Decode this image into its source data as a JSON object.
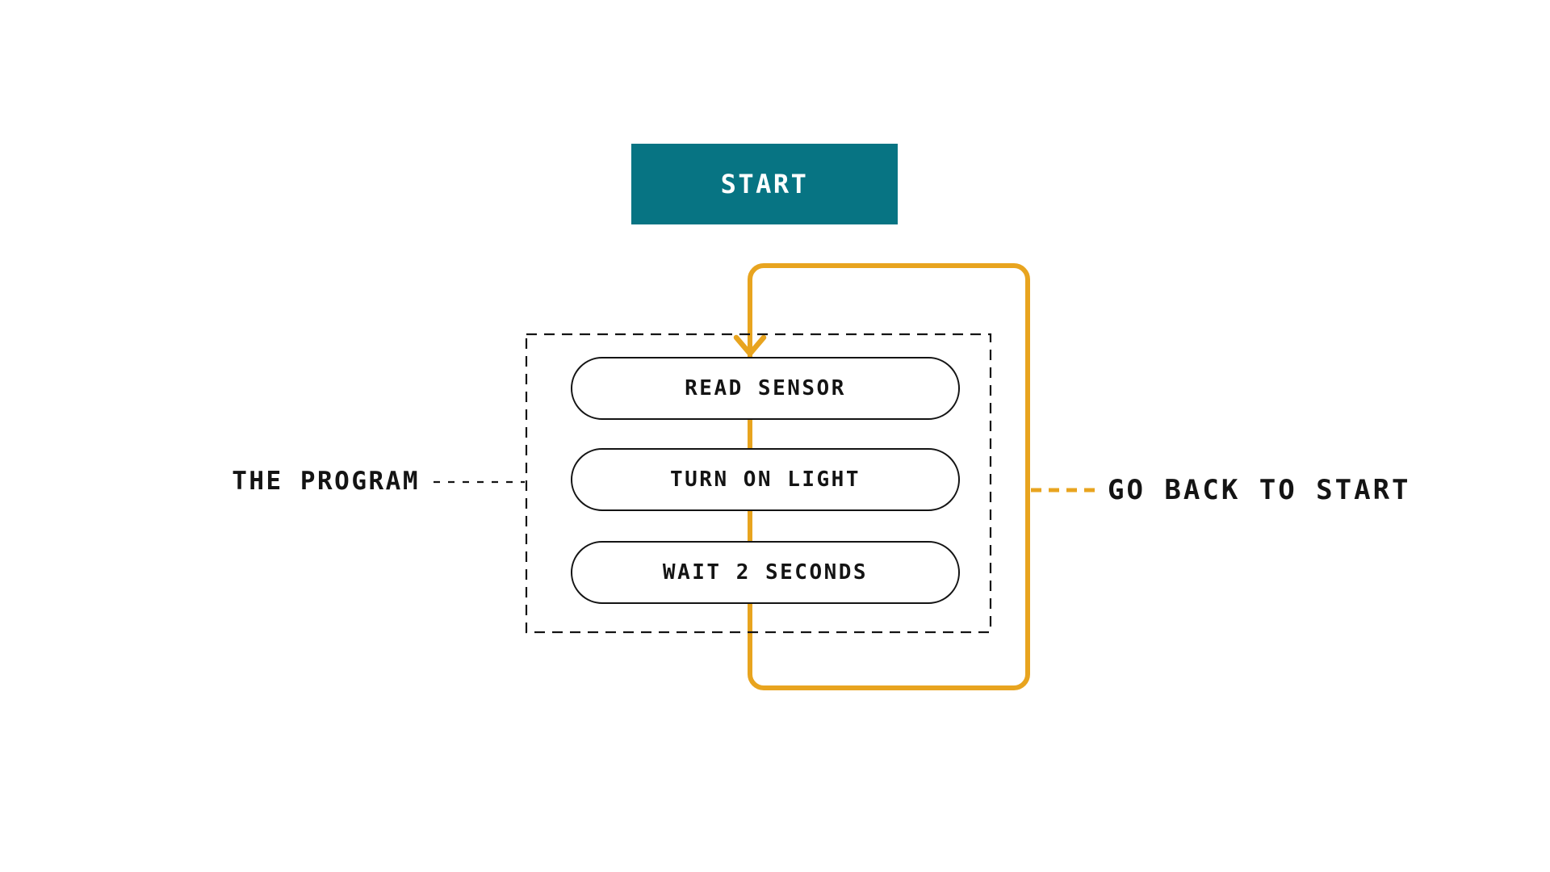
{
  "colors": {
    "teal": "#077483",
    "orange": "#E8A41F",
    "ink": "#141414",
    "bg": "#ffffff"
  },
  "diagram": {
    "start_label": "START",
    "steps": [
      {
        "label": "READ SENSOR"
      },
      {
        "label": "TURN ON LIGHT"
      },
      {
        "label": "WAIT 2 SECONDS"
      }
    ],
    "left_annotation": "THE PROGRAM",
    "right_annotation": "GO BACK TO START"
  }
}
